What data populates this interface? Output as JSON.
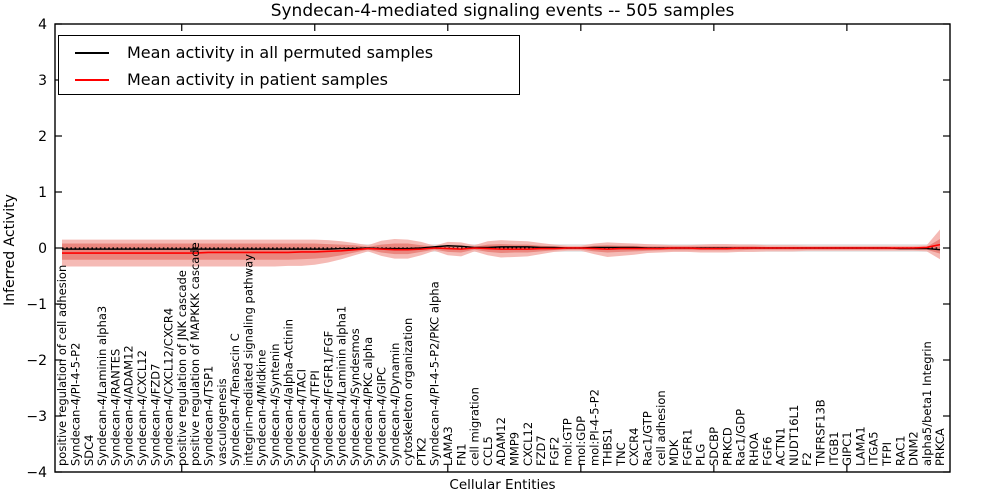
{
  "chart_data": {
    "type": "line",
    "title": "Syndecan-4-mediated signaling events -- 505 samples",
    "xlabel": "Cellular Entities",
    "ylabel": "Inferred Activity",
    "ylim": [
      -4,
      4
    ],
    "yticks": [
      4,
      3,
      2,
      1,
      0,
      -1,
      -2,
      -3,
      -4
    ],
    "grid": false,
    "legend_position": "upper left",
    "zero_line": {
      "style": "dotted",
      "color": "#000000",
      "y": 0
    },
    "categories": [
      "positive regulation of cell adhesion",
      "Syndecan-4/PI-4-5-P2",
      "SDC4",
      "Syndecan-4/Laminin alpha3",
      "Syndecan-4/RANTES",
      "Syndecan-4/ADAM12",
      "Syndecan-4/CXCL12",
      "Syndecan-4/FZD7",
      "Syndecan-4/CXCL12/CXCR4",
      "positive regulation of JNK cascade",
      "positive regulation of MAPKKK cascade",
      "Syndecan-4/TSP1",
      "vasculogenesis",
      "Syndecan-4/Tenascin C",
      "integrin-mediated signaling pathway",
      "Syndecan-4/Midkine",
      "Syndecan-4/Syntenin",
      "Syndecan-4/alpha-Actinin",
      "Syndecan-4/TACI",
      "Syndecan-4/TFPI",
      "Syndecan-4/FGFR1/FGF",
      "Syndecan-4/Laminin alpha1",
      "Syndecan-4/Syndesmos",
      "Syndecan-4/PKC alpha",
      "Syndecan-4/GIPC",
      "Syndecan-4/Dynamin",
      "cytoskeleton organization",
      "PTK2",
      "Syndecan-4/PI-4-5-P2/PKC alpha",
      "LAMA3",
      "FN1",
      "cell migration",
      "CCL5",
      "ADAM12",
      "MMP9",
      "CXCL12",
      "FZD7",
      "FGF2",
      "mol:GTP",
      "mol:GDP",
      "mol:PI-4-5-P2",
      "THBS1",
      "TNC",
      "CXCR4",
      "Rac1/GTP",
      "cell adhesion",
      "MDK",
      "FGFR1",
      "PLG",
      "SDCBP",
      "PRKCD",
      "Rac1/GDP",
      "RHOA",
      "FGF6",
      "ACTN1",
      "NUDT16L1",
      "F2",
      "TNFRSF13B",
      "ITGB1",
      "GIPC1",
      "LAMA1",
      "ITGA5",
      "TFPI",
      "RAC1",
      "DNM2",
      "alpha5/beta1 Integrin",
      "PRKCA"
    ],
    "series": [
      {
        "name": "Mean activity in all permuted samples",
        "color": "#000000",
        "values": [
          -0.02,
          -0.02,
          -0.02,
          -0.02,
          -0.02,
          -0.02,
          -0.02,
          -0.02,
          -0.02,
          -0.02,
          -0.02,
          -0.02,
          -0.02,
          -0.02,
          -0.02,
          -0.02,
          -0.02,
          -0.02,
          -0.02,
          -0.02,
          -0.02,
          -0.01,
          -0.01,
          0.0,
          -0.01,
          -0.01,
          -0.01,
          0.0,
          0.02,
          0.04,
          0.03,
          0.01,
          0.01,
          0.02,
          0.02,
          0.02,
          0.01,
          0.01,
          0.0,
          0.0,
          0.01,
          0.01,
          0.01,
          0.01,
          0.0,
          0.0,
          0.0,
          0.0,
          0.0,
          0.0,
          0.0,
          0.0,
          0.0,
          0.0,
          0.0,
          0.0,
          0.0,
          0.0,
          0.0,
          0.0,
          0.0,
          0.0,
          0.0,
          -0.01,
          -0.01,
          -0.01,
          -0.03
        ]
      },
      {
        "name": "Mean activity in patient samples",
        "color": "#ff0000",
        "values": [
          -0.09,
          -0.09,
          -0.09,
          -0.09,
          -0.09,
          -0.09,
          -0.09,
          -0.09,
          -0.09,
          -0.09,
          -0.09,
          -0.08,
          -0.08,
          -0.08,
          -0.08,
          -0.08,
          -0.08,
          -0.08,
          -0.07,
          -0.07,
          -0.06,
          -0.05,
          -0.03,
          -0.01,
          -0.02,
          -0.03,
          -0.03,
          -0.02,
          0.0,
          -0.01,
          -0.02,
          0.0,
          -0.01,
          -0.02,
          -0.02,
          -0.02,
          -0.01,
          -0.01,
          0.0,
          0.0,
          -0.01,
          -0.02,
          -0.01,
          -0.01,
          -0.01,
          -0.01,
          0.0,
          0.0,
          -0.01,
          -0.01,
          -0.01,
          0.0,
          0.0,
          0.0,
          0.0,
          0.0,
          0.0,
          0.0,
          0.0,
          0.0,
          0.0,
          0.0,
          0.0,
          0.0,
          0.0,
          0.01,
          0.06
        ]
      }
    ],
    "bands": {
      "permuted_range": {
        "color": "#e4e4e4",
        "upper": 0.07,
        "lower": -0.07
      },
      "patient_outer": {
        "color": "#f4b2ad",
        "upper": [
          0.15,
          0.15,
          0.15,
          0.15,
          0.15,
          0.15,
          0.15,
          0.15,
          0.15,
          0.15,
          0.15,
          0.15,
          0.15,
          0.15,
          0.15,
          0.15,
          0.15,
          0.15,
          0.15,
          0.15,
          0.14,
          0.12,
          0.09,
          0.05,
          0.13,
          0.16,
          0.15,
          0.11,
          0.04,
          0.11,
          0.1,
          0.05,
          0.12,
          0.14,
          0.13,
          0.12,
          0.09,
          0.06,
          0.04,
          0.04,
          0.08,
          0.1,
          0.09,
          0.08,
          0.07,
          0.06,
          0.05,
          0.05,
          0.06,
          0.07,
          0.07,
          0.06,
          0.06,
          0.05,
          0.05,
          0.05,
          0.04,
          0.04,
          0.04,
          0.04,
          0.04,
          0.04,
          0.04,
          0.04,
          0.04,
          0.05,
          0.33
        ],
        "lower": [
          -0.33,
          -0.33,
          -0.33,
          -0.33,
          -0.33,
          -0.33,
          -0.33,
          -0.33,
          -0.33,
          -0.33,
          -0.33,
          -0.33,
          -0.33,
          -0.33,
          -0.33,
          -0.33,
          -0.33,
          -0.32,
          -0.32,
          -0.3,
          -0.26,
          -0.2,
          -0.13,
          -0.06,
          -0.14,
          -0.19,
          -0.19,
          -0.13,
          -0.05,
          -0.13,
          -0.15,
          -0.06,
          -0.13,
          -0.17,
          -0.16,
          -0.15,
          -0.11,
          -0.07,
          -0.05,
          -0.05,
          -0.11,
          -0.16,
          -0.14,
          -0.12,
          -0.09,
          -0.08,
          -0.07,
          -0.07,
          -0.08,
          -0.08,
          -0.08,
          -0.07,
          -0.07,
          -0.06,
          -0.06,
          -0.06,
          -0.05,
          -0.05,
          -0.05,
          -0.05,
          -0.05,
          -0.05,
          -0.05,
          -0.05,
          -0.05,
          -0.06,
          -0.2
        ]
      },
      "patient_inner": {
        "color": "#e9837b",
        "upper": [
          0.08,
          0.08,
          0.08,
          0.08,
          0.08,
          0.08,
          0.08,
          0.08,
          0.08,
          0.08,
          0.08,
          0.08,
          0.08,
          0.08,
          0.08,
          0.08,
          0.08,
          0.08,
          0.08,
          0.08,
          0.07,
          0.06,
          0.05,
          0.02,
          0.06,
          0.08,
          0.08,
          0.05,
          0.02,
          0.05,
          0.05,
          0.02,
          0.06,
          0.07,
          0.06,
          0.06,
          0.04,
          0.03,
          0.02,
          0.02,
          0.04,
          0.05,
          0.04,
          0.04,
          0.03,
          0.03,
          0.03,
          0.03,
          0.03,
          0.03,
          0.03,
          0.03,
          0.03,
          0.02,
          0.02,
          0.02,
          0.02,
          0.02,
          0.02,
          0.02,
          0.02,
          0.02,
          0.02,
          0.02,
          0.02,
          0.02,
          0.16
        ],
        "lower": [
          -0.21,
          -0.21,
          -0.21,
          -0.21,
          -0.21,
          -0.21,
          -0.21,
          -0.21,
          -0.21,
          -0.21,
          -0.21,
          -0.21,
          -0.21,
          -0.21,
          -0.21,
          -0.21,
          -0.21,
          -0.21,
          -0.2,
          -0.19,
          -0.17,
          -0.13,
          -0.08,
          -0.03,
          -0.08,
          -0.11,
          -0.11,
          -0.07,
          -0.03,
          -0.07,
          -0.08,
          -0.03,
          -0.07,
          -0.09,
          -0.08,
          -0.08,
          -0.06,
          -0.04,
          -0.03,
          -0.03,
          -0.06,
          -0.08,
          -0.07,
          -0.06,
          -0.05,
          -0.04,
          -0.04,
          -0.04,
          -0.04,
          -0.04,
          -0.04,
          -0.04,
          -0.03,
          -0.03,
          -0.03,
          -0.03,
          -0.03,
          -0.03,
          -0.03,
          -0.03,
          -0.03,
          -0.03,
          -0.03,
          -0.03,
          -0.03,
          -0.03,
          -0.1
        ]
      }
    }
  }
}
